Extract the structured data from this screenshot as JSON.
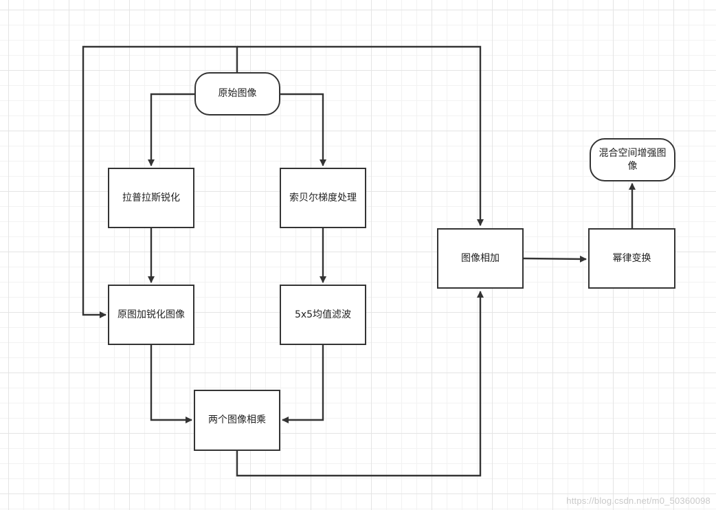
{
  "nodes": {
    "original": "原始图像",
    "laplacian": "拉普拉斯锐化",
    "sobel": "索贝尔梯度处理",
    "add_sharpened": "原图加锐化图像",
    "median": "5x5均值滤波",
    "multiply": "两个图像相乘",
    "sum": "图像相加",
    "power": "幂律变换",
    "result": "混合空间增强图像"
  },
  "watermark": "https://blog.csdn.net/m0_50360098",
  "colors": {
    "stroke": "#333333",
    "fill": "#ffffff",
    "grid": "#e4e4e4"
  }
}
